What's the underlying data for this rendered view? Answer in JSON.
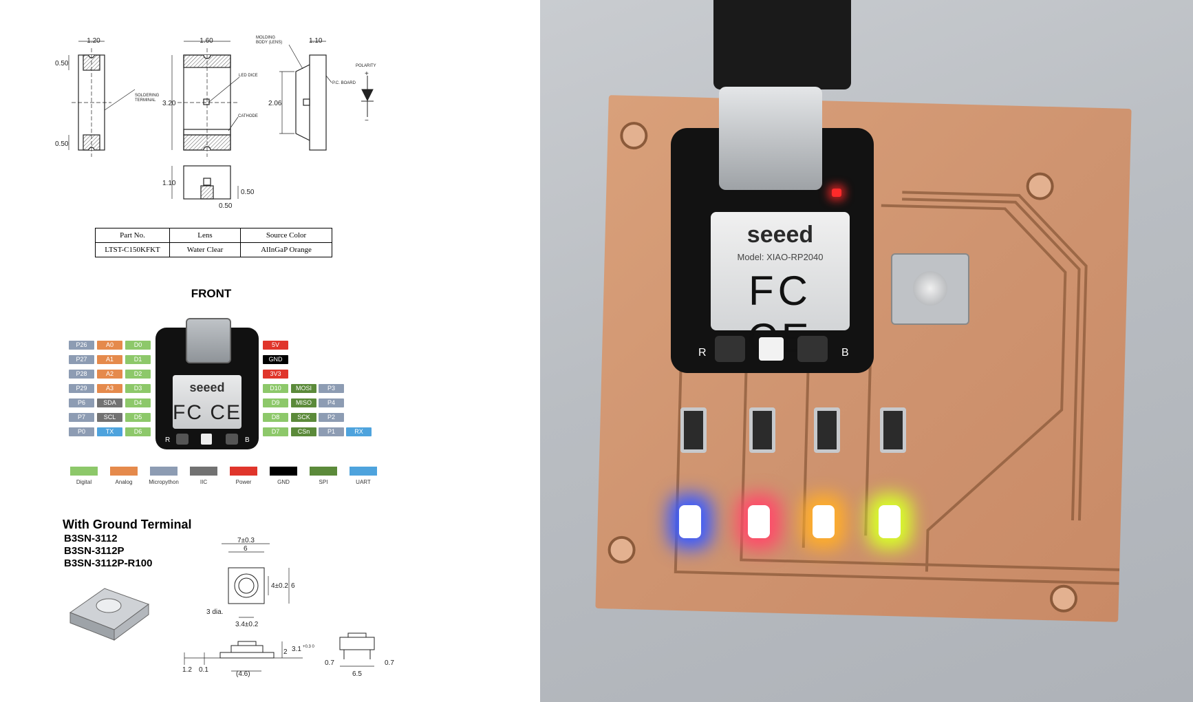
{
  "led_drawing": {
    "dims": {
      "w_top": "1.20",
      "w_mid": "1.60",
      "w_side": "1.10",
      "pad_top": "0.50",
      "pad_bottom": "0.50",
      "length": "3.20",
      "height_side": "2.06",
      "bottom_h": "1.10",
      "bottom_w": "0.50",
      "bottom_pad": "0.50"
    },
    "labels": {
      "molding": "MOLDING",
      "body": "BODY (LENS)",
      "led_dice": "LED DICE",
      "soldering": "SOLDERING",
      "terminal": "TERMINAL",
      "cathode": "CATHODE",
      "pc_board": "P.C. BOARD",
      "polarity": "POLARITY",
      "plus": "+",
      "minus": "−"
    },
    "table": {
      "headers": [
        "Part No.",
        "Lens",
        "Source Color"
      ],
      "row": [
        "LTST-C150KFKT",
        "Water Clear",
        "AlInGaP Orange"
      ]
    }
  },
  "pinout": {
    "title": "FRONT",
    "left_rows": [
      [
        "P26",
        "A0",
        "D0"
      ],
      [
        "P27",
        "A1",
        "D1"
      ],
      [
        "P28",
        "A2",
        "D2"
      ],
      [
        "P29",
        "A3",
        "D3"
      ],
      [
        "P6",
        "SDA",
        "D4"
      ],
      [
        "P7",
        "SCL",
        "D5"
      ],
      [
        "P0",
        "TX",
        "D6"
      ]
    ],
    "right_rows": [
      [
        "5V"
      ],
      [
        "GND"
      ],
      [
        "3V3"
      ],
      [
        "D10",
        "MOSI",
        "P3"
      ],
      [
        "D9",
        "MISO",
        "P4"
      ],
      [
        "D8",
        "SCK",
        "P2"
      ],
      [
        "D7",
        "CSn",
        "P1",
        "RX"
      ]
    ],
    "board_brand": "seeed",
    "board_marks": "FC CE",
    "board_letters": [
      "R",
      "B"
    ],
    "legend": [
      "Digital",
      "Analog",
      "Micropython",
      "IIC",
      "Power",
      "GND",
      "SPI",
      "UART"
    ],
    "colors": {
      "digital": "#8dc86a",
      "analog": "#e58a4c",
      "micropython": "#8d9cb3",
      "iic": "#727272",
      "power": "#e0352b",
      "gnd": "#000000",
      "spi": "#5b8a3a",
      "uart": "#4ea3dd"
    }
  },
  "switch": {
    "title": "With Ground Terminal",
    "models": [
      "B3SN-3112",
      "B3SN-3112P",
      "B3SN-3112P-R100"
    ],
    "dims": {
      "w7": "7±0.3",
      "w6": "6",
      "h4": "4±0.2",
      "h6": "6",
      "dia": "3 dia.",
      "w34": "3.4±0.2",
      "h2": "2",
      "h31": "3.1",
      "h31_tol": "+0.3 0",
      "b12": "1.2",
      "b01": "0.1",
      "b46": "(4.6)",
      "s07a": "0.7",
      "s07b": "0.7",
      "s65": "6.5"
    }
  },
  "photo": {
    "module_brand": "seeed",
    "module_model": "Model: XIAO-RP2040",
    "module_marks": "FC CE",
    "board_letters": [
      "R",
      "B"
    ],
    "led_colors": [
      "#3a5cff",
      "#ff4a6a",
      "#ffae2a",
      "#d8ff2a"
    ]
  }
}
